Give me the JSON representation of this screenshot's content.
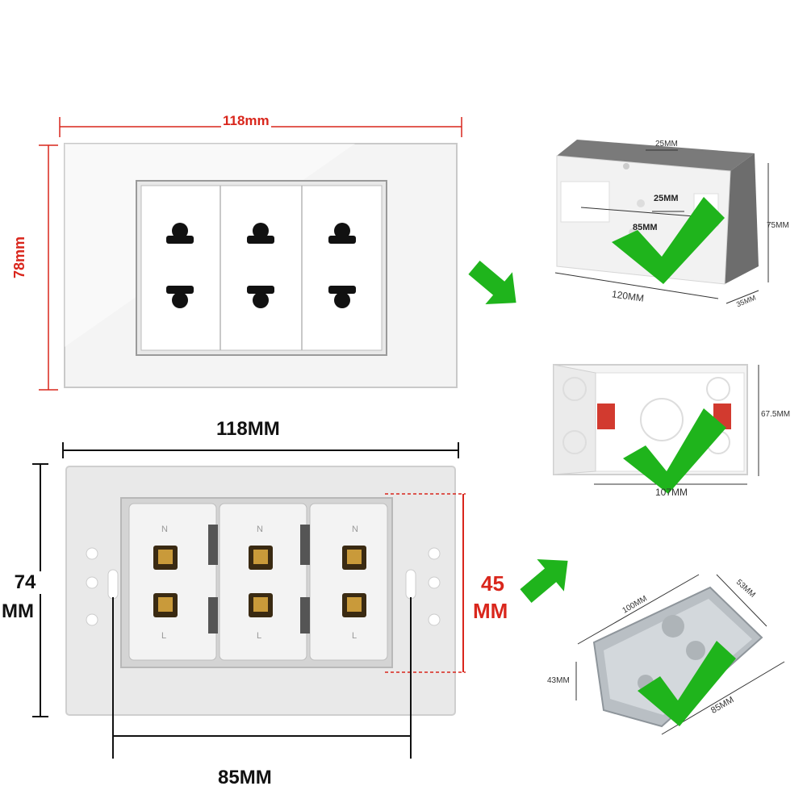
{
  "front_panel": {
    "width_label": "118mm",
    "height_label": "78mm"
  },
  "back_panel": {
    "width_label": "118MM",
    "height_label_line1": "74",
    "height_label_line2": "MM",
    "module_height_label_line1": "45",
    "module_height_label_line2": "MM",
    "screw_spacing_label": "85MM",
    "module_markings": [
      "N",
      "L"
    ]
  },
  "box_white_top": {
    "top_slot_label": "25MM",
    "inner_slot_label": "25MM",
    "inner_spacing_label": "85MM",
    "width_label": "120MM",
    "height_label": "75MM",
    "depth_label": "35MM"
  },
  "box_white_mid": {
    "height_label": "67.5MM",
    "width_label": "107MM"
  },
  "box_metal": {
    "length_label": "100MM",
    "width_label": "53MM",
    "height_label": "43MM",
    "depth_label": "85MM"
  },
  "colors": {
    "dimension_red": "#d9261c",
    "check_green": "#1fb41c",
    "arrow_green": "#1fb41c"
  }
}
